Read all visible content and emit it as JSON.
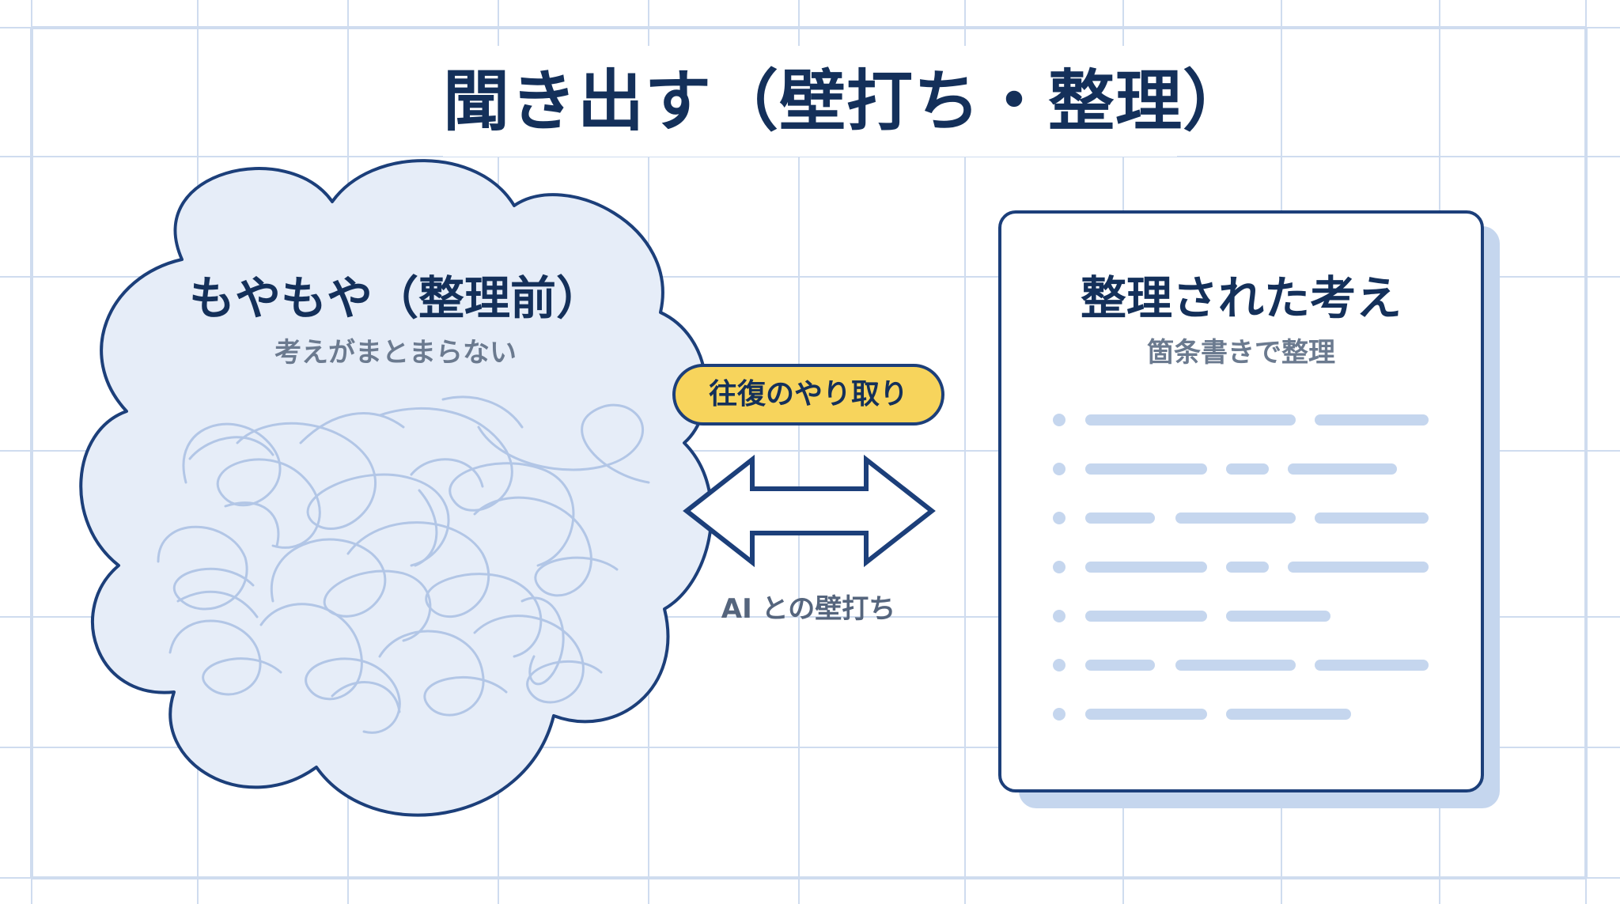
{
  "title": "聞き出す（壁打ち・整理）",
  "cloud": {
    "title": "もやもや（整理前）",
    "subtitle": "考えがまとまらない"
  },
  "exchange": {
    "pill_label": "往復のやり取り",
    "arrow_label": "AI との壁打ち"
  },
  "document": {
    "title": "整理された考え",
    "subtitle": "箇条書きで整理"
  },
  "colors": {
    "navy": "#1c3f7a",
    "cloud_fill": "#e6edf8",
    "scribble": "#b2c6e6",
    "pill_yellow": "#f7d45c",
    "bullet_blue": "#c5d6ee",
    "grid": "#cfdcef"
  }
}
